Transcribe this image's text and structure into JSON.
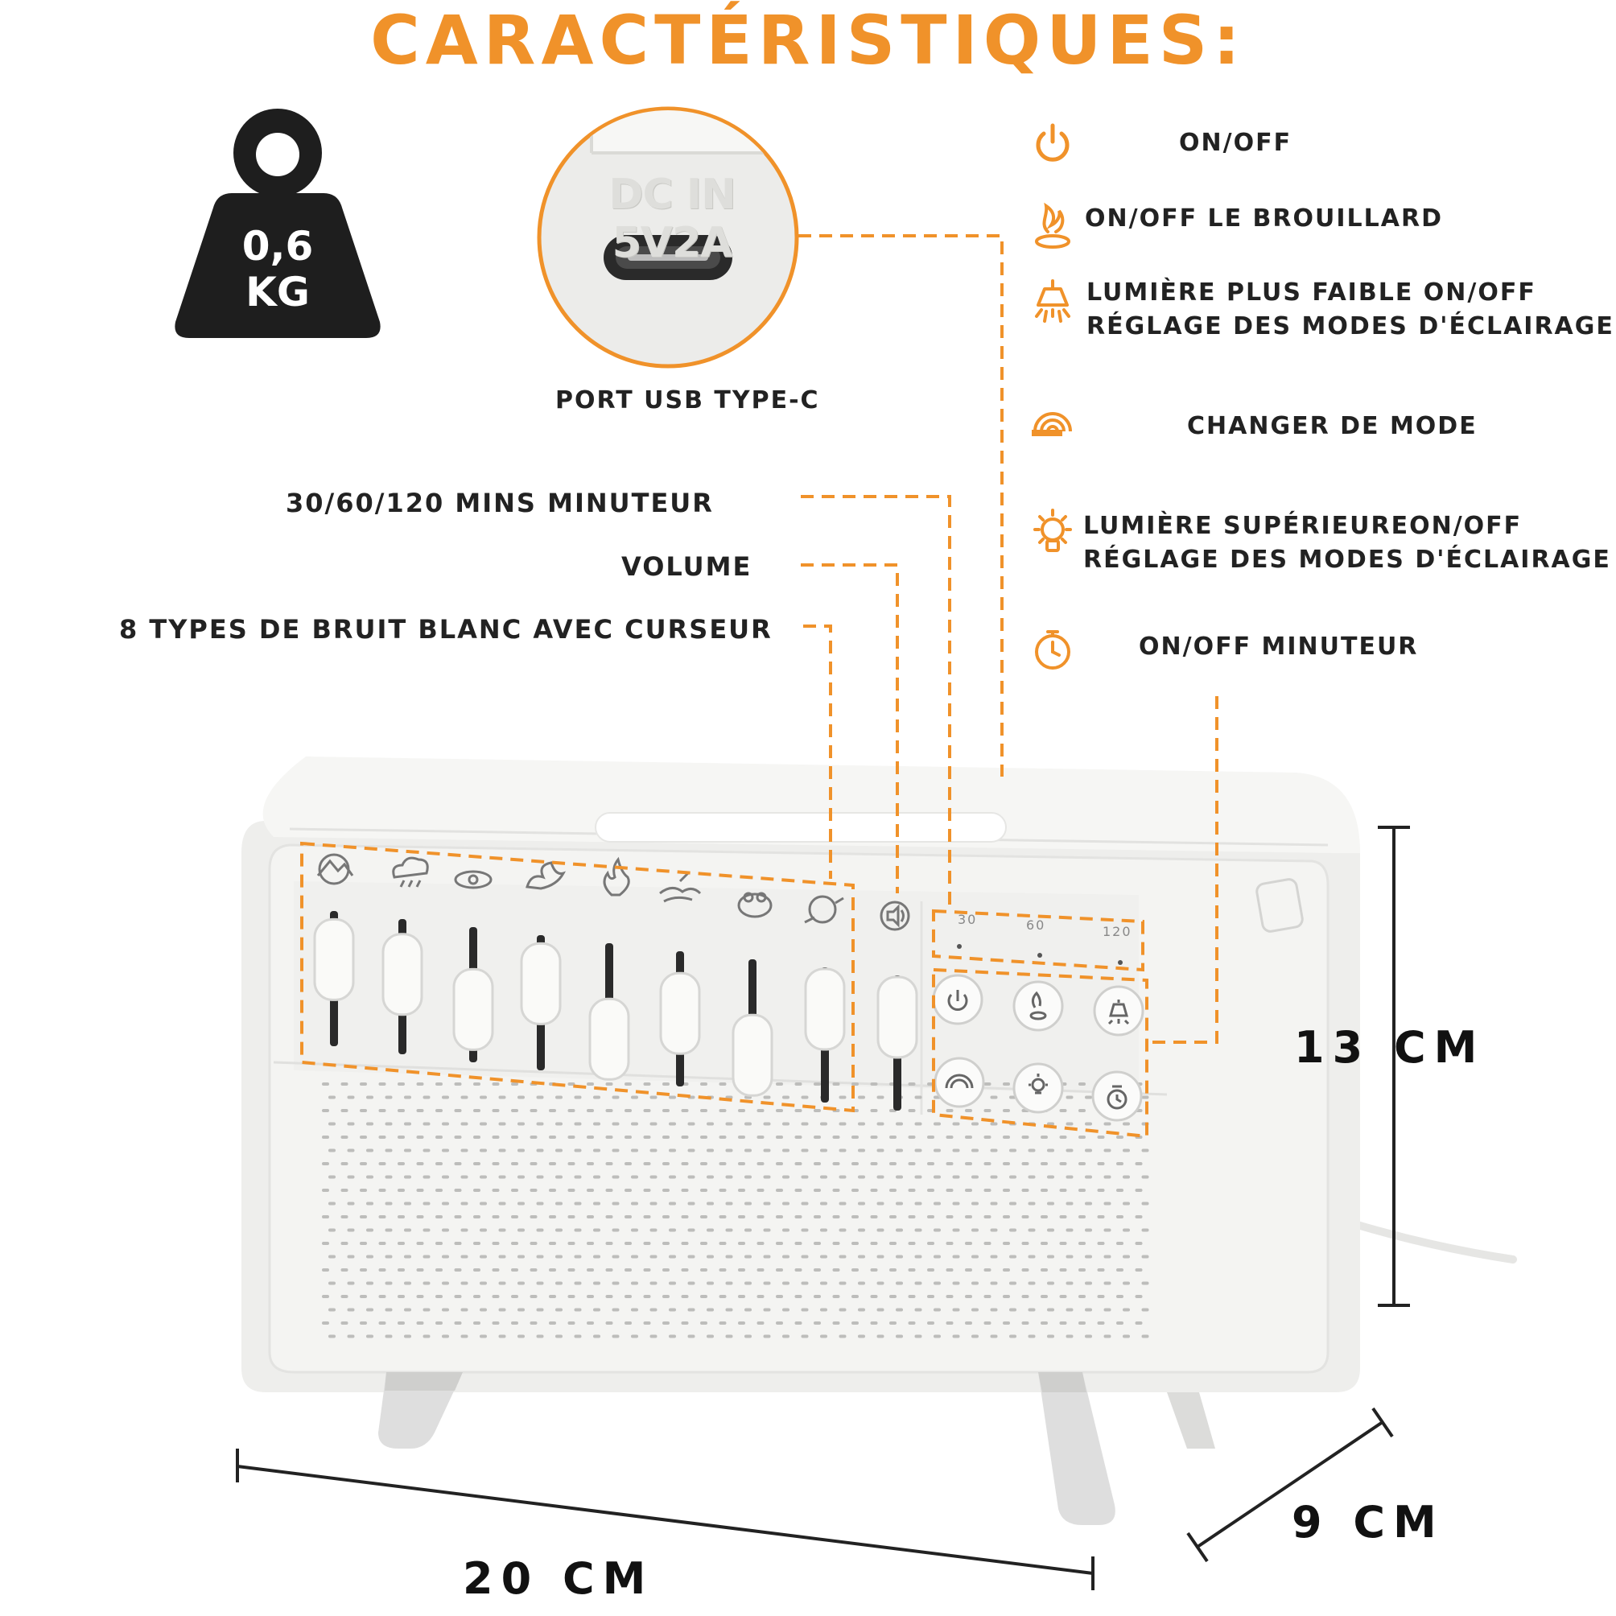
{
  "title": "CARACTÉRISTIQUES:",
  "weight": {
    "value": "0,6",
    "unit": "KG"
  },
  "usb": {
    "port_text": "DC IN 5V2A",
    "label": "PORT USB TYPE-C"
  },
  "features": [
    {
      "icon": "power-icon",
      "label": "ON/OFF"
    },
    {
      "icon": "mist-icon",
      "label": "ON/OFF LE BROUILLARD"
    },
    {
      "icon": "lamp-icon",
      "label": "LUMIÈRE PLUS FAIBLE ON/OFF",
      "label2": "RÉGLAGE DES MODES D'ÉCLAIRAGE"
    },
    {
      "icon": "mode-icon",
      "label": "CHANGER DE MODE"
    },
    {
      "icon": "bulb-icon",
      "label": "LUMIÈRE SUPÉRIEUREON/OFF",
      "label2": "RÉGLAGE DES MODES D'ÉCLAIRAGE"
    },
    {
      "icon": "timer-icon",
      "label": "ON/OFF MINUTEUR"
    }
  ],
  "callouts": {
    "timer": "30/60/120 MINS MINUTEUR",
    "volume": "VOLUME",
    "noise": "8 TYPES DE BRUIT BLANC AVEC CURSEUR"
  },
  "timer_options": [
    "30",
    "60",
    "120"
  ],
  "dimensions": {
    "height": "13 CM",
    "depth": "9 CM",
    "width": "20 CM"
  },
  "colors": {
    "accent": "#f0922a",
    "dark": "#1e1e1e",
    "device": "#f4f4f2"
  },
  "slider_levels": [
    0.3,
    0.35,
    0.55,
    0.3,
    0.65,
    0.4,
    0.65,
    0.25,
    0.25
  ]
}
